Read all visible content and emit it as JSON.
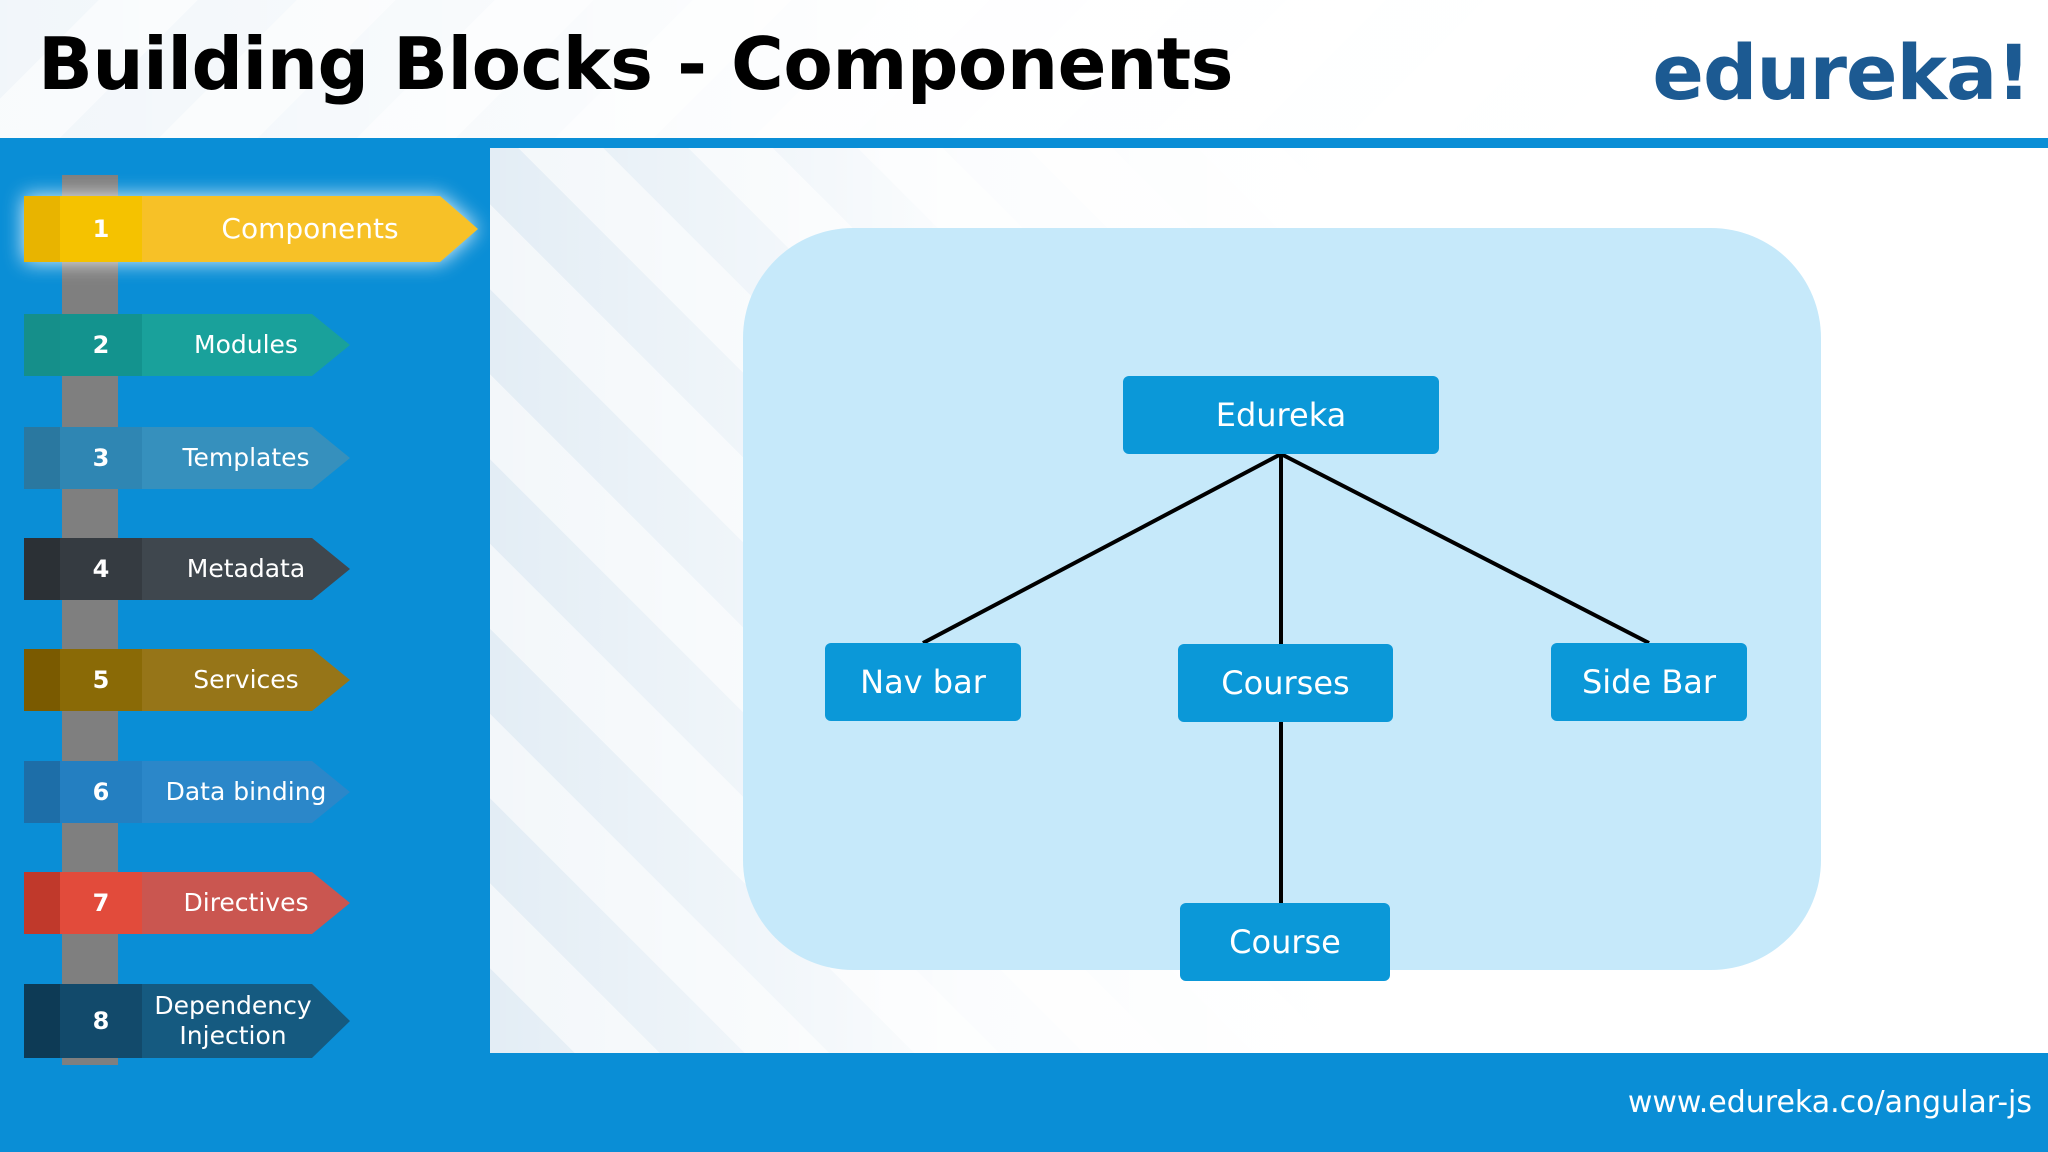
{
  "header": {
    "title": "Building Blocks - Components",
    "logo_text": "edureka!"
  },
  "sidebar": {
    "active_index": 0,
    "items": [
      {
        "number": "1",
        "label": "Components",
        "tab_color": "#e8b400",
        "num_color": "#f5c200",
        "label_color": "#f7c127"
      },
      {
        "number": "2",
        "label": "Modules",
        "tab_color": "#158f8a",
        "num_color": "#13938e",
        "label_color": "#19a19b"
      },
      {
        "number": "3",
        "label": "Templates",
        "tab_color": "#2a78a0",
        "num_color": "#2f86b3",
        "label_color": "#3690bd"
      },
      {
        "number": "4",
        "label": "Metadata",
        "tab_color": "#2b3035",
        "num_color": "#353b41",
        "label_color": "#3f474e"
      },
      {
        "number": "5",
        "label": "Services",
        "tab_color": "#7a5a00",
        "num_color": "#8a6a06",
        "label_color": "#967518"
      },
      {
        "number": "6",
        "label": "Data binding",
        "tab_color": "#1d6ea8",
        "num_color": "#247fc1",
        "label_color": "#2b87c9"
      },
      {
        "number": "7",
        "label": "Directives",
        "tab_color": "#c0392b",
        "num_color": "#e24b3b",
        "label_color": "#ca5650"
      },
      {
        "number": "8",
        "label": "Dependency Injection",
        "tab_color": "#0d3a55",
        "num_color": "#124a6b",
        "label_color": "#155a80"
      }
    ]
  },
  "diagram": {
    "panel_color": "#c6e9fa",
    "node_color": "#0b98d8",
    "nodes": {
      "root": "Edureka",
      "navbar": "Nav bar",
      "courses": "Courses",
      "sidebar": "Side Bar",
      "course": "Course"
    }
  },
  "footer": {
    "url": "www.edureka.co/angular-js"
  }
}
